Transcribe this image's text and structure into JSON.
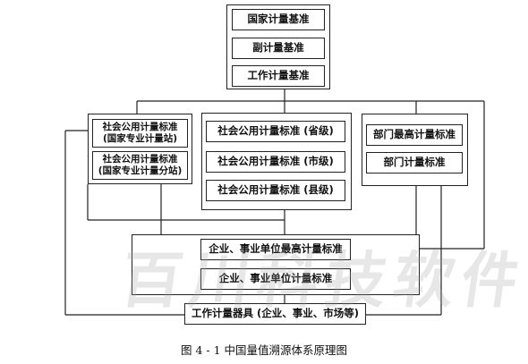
{
  "diagram": {
    "national": {
      "top": "国家计量基准",
      "sub": "副计量基准",
      "work": "工作计量基准"
    },
    "social_left": {
      "main": [
        "社会公用计量标准",
        "(国家专业计量站)"
      ],
      "branch": [
        "社会公用计量标准",
        "(国家专业计量分站)"
      ]
    },
    "social_center": {
      "province": "社会公用计量标准 (省级)",
      "city": "社会公用计量标准 (市级)",
      "county": "社会公用计量标准 (县级)"
    },
    "department": {
      "top": "部门最高计量标准",
      "std": "部门计量标准"
    },
    "enterprise": {
      "top": "企业、事业单位最高计量标准",
      "std": "企业、事业单位计量标准"
    },
    "instruments": "工作计量器具 (企业、事业、市场等)",
    "watermark": "百川科技软件",
    "caption": "图 4 - 1   中国量值溯源体系原理图"
  }
}
